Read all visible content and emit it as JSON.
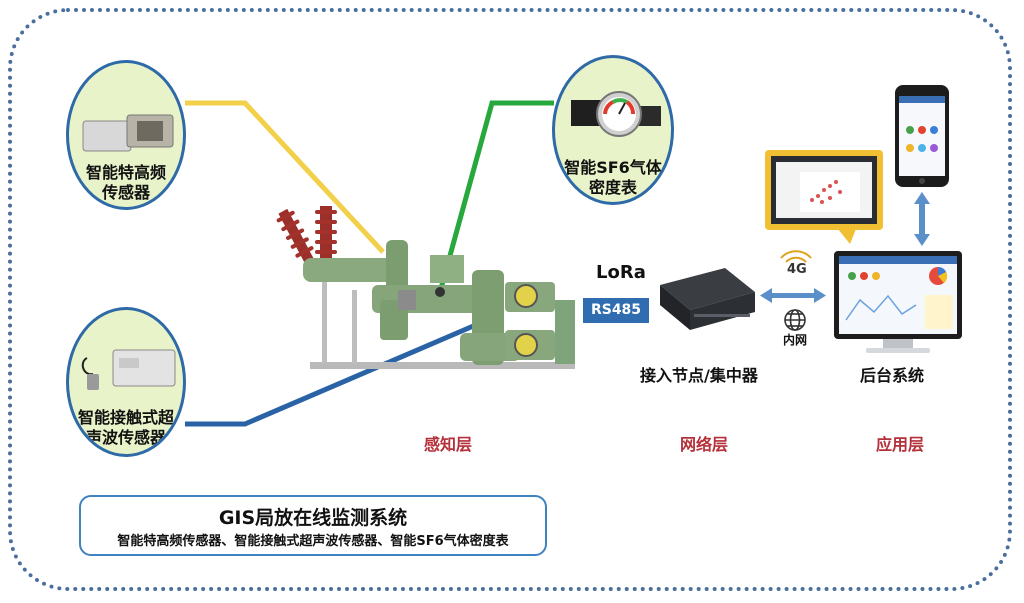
{
  "sensors": {
    "uhf": {
      "line1": "智能特高频",
      "line2": "传感器"
    },
    "ultrasonic": {
      "line1": "智能接触式超",
      "line2": "声波传感器"
    },
    "sf6": {
      "line1": "智能SF6气体",
      "line2": "密度表"
    }
  },
  "network": {
    "lora": "LoRa",
    "rs485": "RS485",
    "cellular": "4G",
    "intranet": "内网",
    "node_label": "接入节点/集中器",
    "backend_label": "后台系统"
  },
  "layers": {
    "perception": "感知层",
    "network": "网络层",
    "application": "应用层"
  },
  "system": {
    "title": "GIS局放在线监测系统",
    "subtitle": "智能特高频传感器、智能接触式超声波传感器、智能SF6气体密度表"
  },
  "colors": {
    "uhf_line": "#f2d04a",
    "sf6_line": "#27a83d",
    "ultrasonic_line": "#2a63a5",
    "layer_text": "#b4303a",
    "frame": "#4a6f9c",
    "bubble_fill": "#e9f3c9",
    "bubble_border": "#2e6aa8",
    "arrow": "#5b8fc9"
  }
}
